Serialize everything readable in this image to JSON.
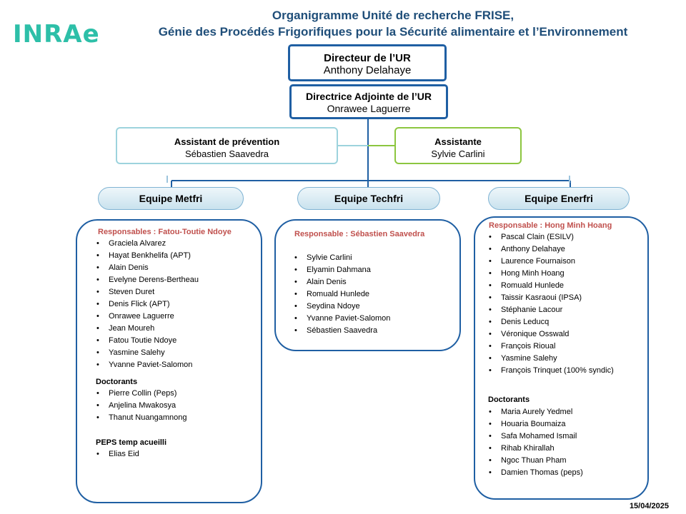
{
  "logo": "INRAe",
  "title": {
    "line1": "Organigramme Unité de recherche FRISE,",
    "line2": "Génie des Procédés Frigorifiques pour la Sécurité alimentaire et l’Environnement"
  },
  "directeur": {
    "role": "Directeur de l’UR",
    "name": "Anthony  Delahaye"
  },
  "adjointe": {
    "role": "Directrice Adjointe de l’UR",
    "name": "Onrawee Laguerre"
  },
  "prevention": {
    "role": "Assistant de prévention",
    "name": "Sébastien Saavedra"
  },
  "assistante": {
    "role": "Assistante",
    "name": "Sylvie Carlini"
  },
  "teams": {
    "metfri": {
      "label": "Equipe Metfri",
      "responsable": "Responsables : Fatou-Toutie  Ndoye",
      "members": [
        "Graciela Alvarez",
        "Hayat Benkhelifa (APT)",
        "Alain Denis",
        "Evelyne Derens-Bertheau",
        "Steven Duret",
        "Denis Flick (APT)",
        "Onrawee Laguerre",
        "Jean Moureh",
        "Fatou Toutie Ndoye",
        "Yasmine Salehy",
        "Yvanne Paviet-Salomon"
      ],
      "doctorants_label": "Doctorants",
      "doctorants": [
        "Pierre Collin (Peps)",
        "Anjelina Mwakosya",
        "Thanut Nuangamnong"
      ],
      "peps_label": "PEPS temp acueilli",
      "peps": [
        "Elias Eid"
      ]
    },
    "techfri": {
      "label": "Equipe Techfri",
      "responsable": "Responsable : Sébastien Saavedra",
      "members": [
        "Sylvie Carlini",
        "Elyamin Dahmana",
        "Alain Denis",
        "Romuald Hunlede",
        "Seydina Ndoye",
        "Yvanne Paviet-Salomon",
        "Sébastien Saavedra"
      ]
    },
    "enerfri": {
      "label": "Equipe Enerfri",
      "responsable": "Responsable : Hong  Minh Hoang",
      "members": [
        "Pascal Clain (ESILV)",
        "Anthony Delahaye",
        "Laurence Fournaison",
        "Hong Minh Hoang",
        "Romuald Hunlede",
        "Taissir Kasraoui (IPSA)",
        "Stéphanie Lacour",
        "Denis Leducq",
        "Véronique Osswald",
        "François Rioual",
        "Yasmine Salehy",
        "François Trinquet (100% syndic)"
      ],
      "doctorants_label": "Doctorants",
      "doctorants": [
        "Maria Aurely Yedmel",
        "Houaria Boumaiza",
        "Safa Mohamed Ismail",
        "Rihab Khirallah",
        "Ngoc Thuan Pham",
        "Damien Thomas (peps)"
      ]
    }
  },
  "date": "15/04/2025"
}
